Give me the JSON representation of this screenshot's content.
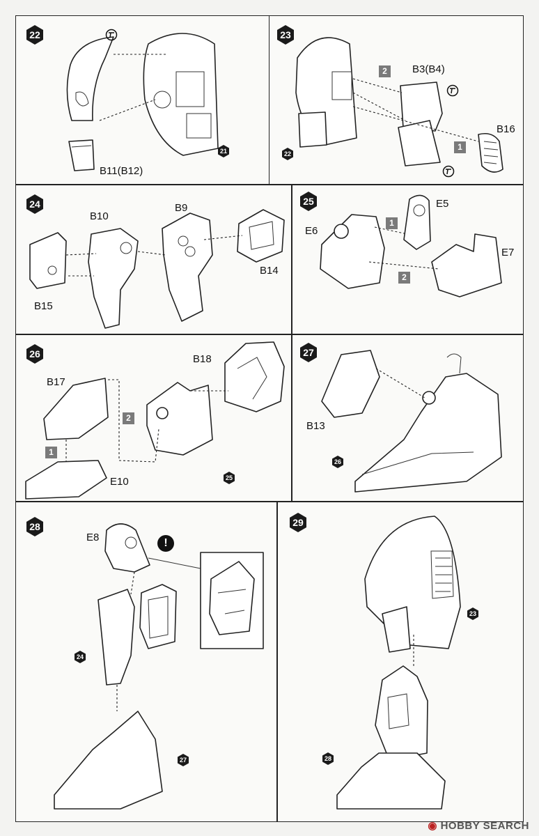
{
  "steps": [
    {
      "number": "22",
      "labels": [
        "B11(B12)"
      ],
      "subassembly_refs": [
        "21"
      ]
    },
    {
      "number": "23",
      "labels": [
        "B3(B4)",
        "B16"
      ],
      "order_markers": [
        "2",
        "1"
      ],
      "subassembly_refs": [
        "22"
      ]
    },
    {
      "number": "24",
      "labels": [
        "B10",
        "B9",
        "B15",
        "B14"
      ]
    },
    {
      "number": "25",
      "labels": [
        "E5",
        "E6",
        "E7"
      ],
      "order_markers": [
        "1",
        "2"
      ]
    },
    {
      "number": "26",
      "labels": [
        "B18",
        "B17",
        "E10"
      ],
      "order_markers": [
        "2",
        "1"
      ],
      "subassembly_refs": [
        "25"
      ]
    },
    {
      "number": "27",
      "labels": [
        "B13"
      ],
      "subassembly_refs": [
        "26"
      ]
    },
    {
      "number": "28",
      "labels": [
        "E8"
      ],
      "warning": "!",
      "subassembly_refs": [
        "24",
        "27"
      ]
    },
    {
      "number": "29",
      "subassembly_refs": [
        "23",
        "28"
      ]
    }
  ],
  "icons": {
    "gate_mark": "gate-trim-icon",
    "warning": "exclamation-icon"
  },
  "watermark": {
    "text": "HOBBY SEARCH"
  },
  "colors": {
    "line": "#222222",
    "step_badge": "#1a1a1a",
    "order_marker": "#7a7a7a",
    "background": "#f3f3f1"
  }
}
